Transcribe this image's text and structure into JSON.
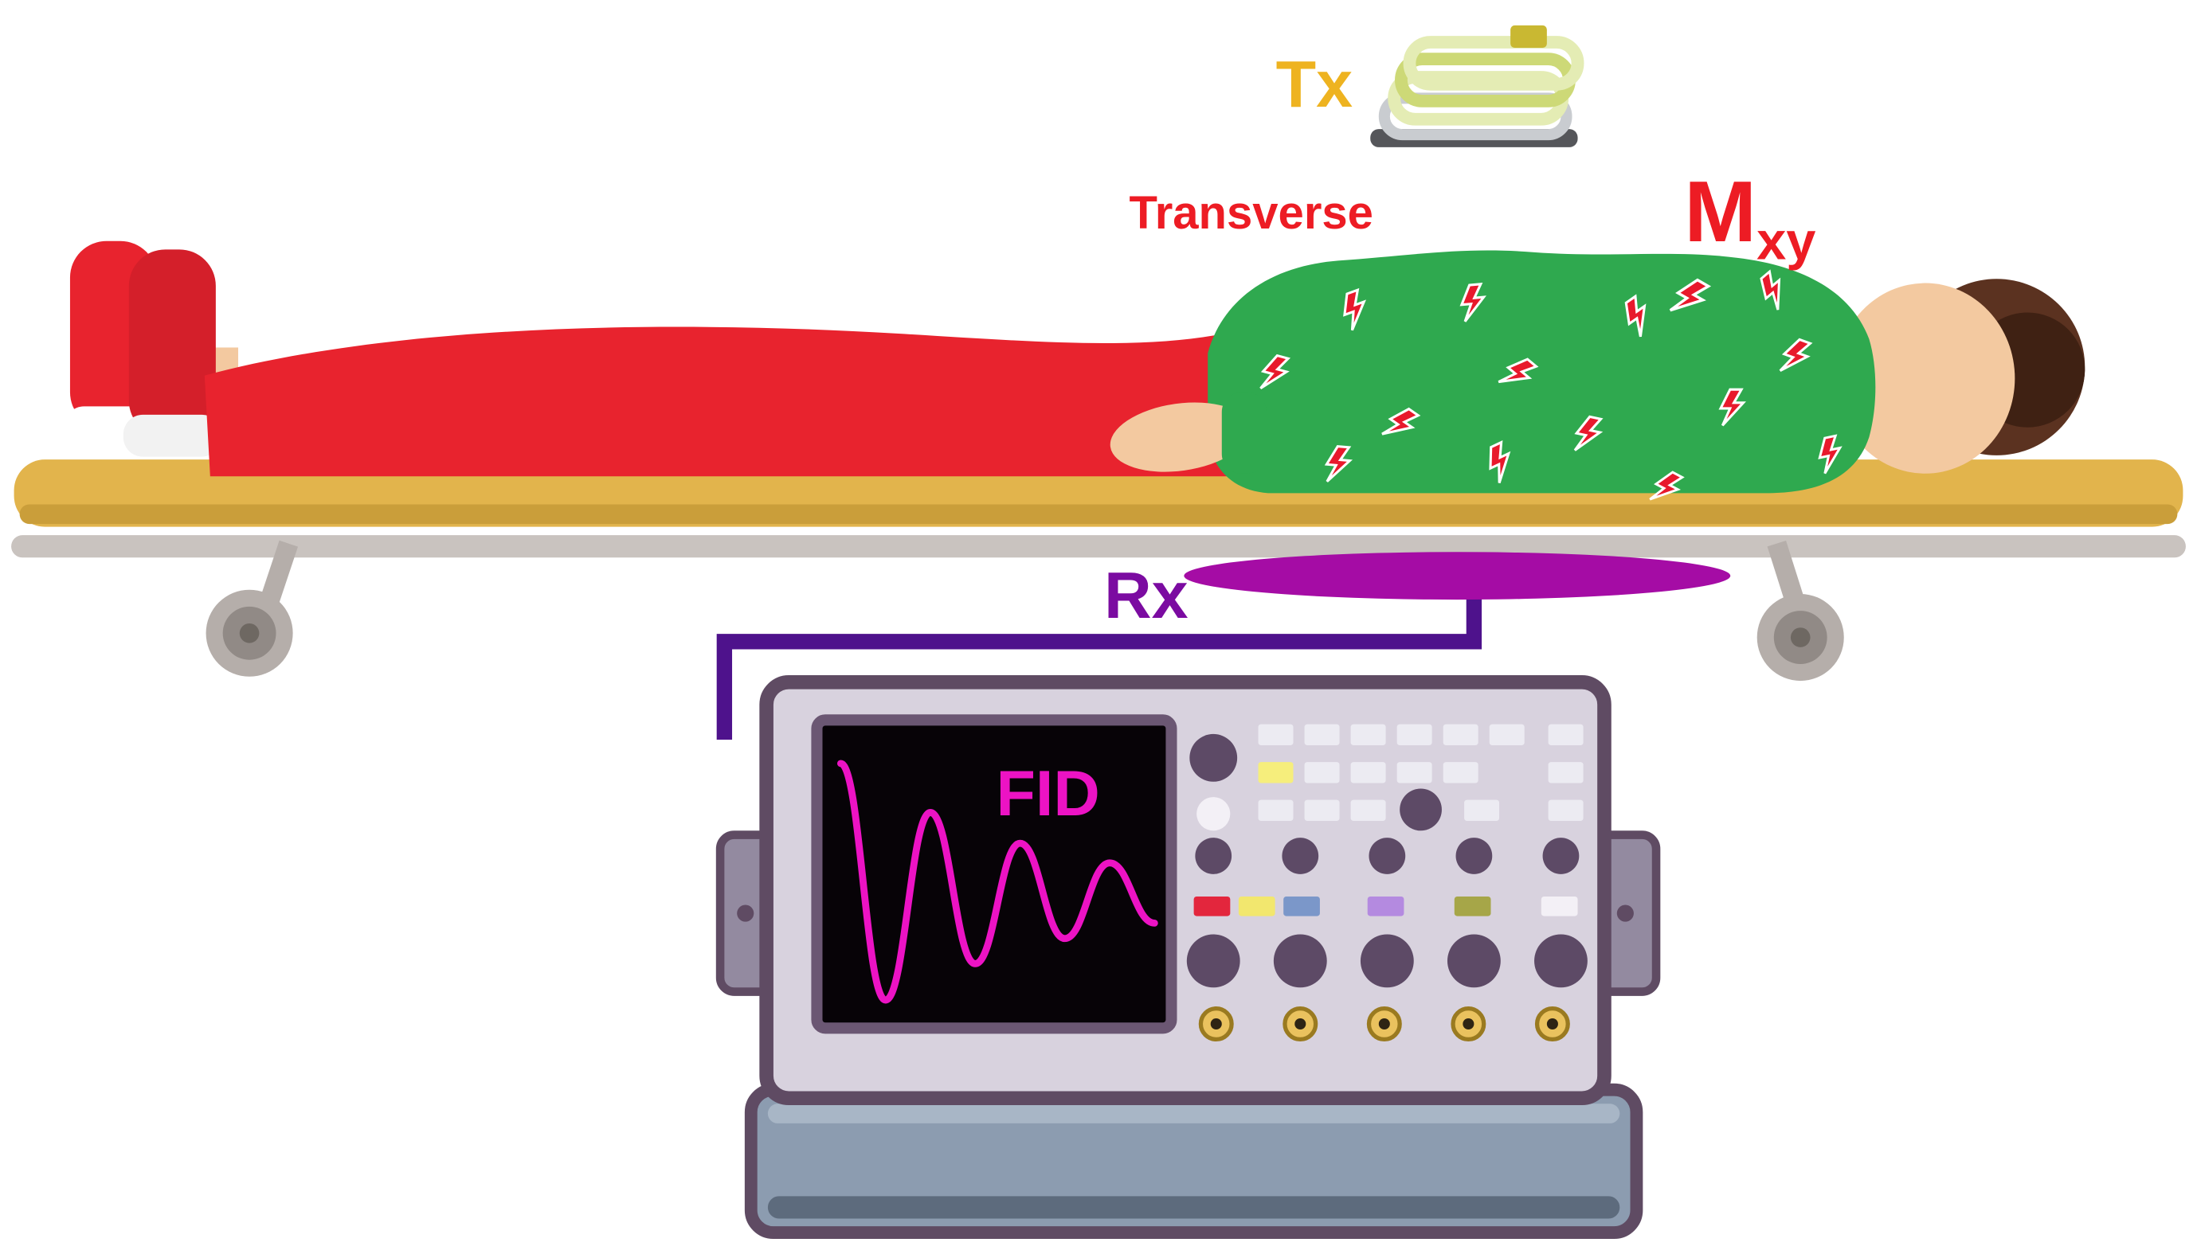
{
  "scene": {
    "title": "MRI signal reception diagram",
    "labels": {
      "tx_coil": "Tx",
      "transverse": "Transverse",
      "magnetization": "M",
      "magnetization_sub": "xy",
      "rx_coil": "Rx",
      "fid": "FID"
    },
    "colors": {
      "tx_label": "#eeb320",
      "red_label": "#ed1c24",
      "rx_label": "#7b0ba1",
      "fid_label": "#ec13c4",
      "rx_coil": "#a50ca5",
      "wire": "#4e128c",
      "waveform": "#ec13c4",
      "bed": "#e2b44c",
      "shirt_green": "#2fa94f",
      "outfit_red": "#e8232e",
      "skin": "#f3c9a0",
      "scope_body": "#d8d2de",
      "scope_trim": "#5f4b63",
      "scope_base": "#8c9cb0",
      "screen_bg": "#070307"
    },
    "icons": [
      "tx-coil-icon",
      "rx-coil-icon",
      "oscilloscope-icon",
      "lightning-bolt-icon",
      "bed-wheel-icon"
    ]
  }
}
